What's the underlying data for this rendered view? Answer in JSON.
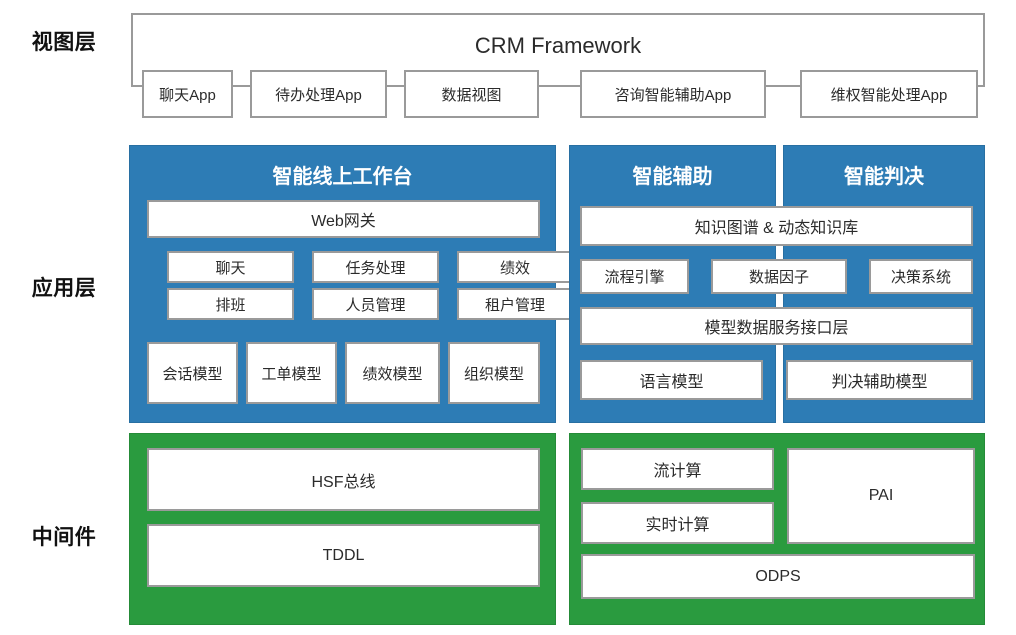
{
  "diagram": {
    "title_text": "CRM Framework",
    "colors": {
      "app_layer_blue": "#2d7cb5",
      "middleware_green": "#2a9b3f",
      "card_border": "#9a9a9a",
      "card_fill": "#ffffff",
      "text": "#2b2b2b"
    },
    "layer_labels": [
      {
        "label": "视图层"
      },
      {
        "label": "应用层"
      },
      {
        "label": "中间件"
      }
    ],
    "view_layer": {
      "framework_title": "CRM Framework",
      "apps": [
        {
          "label": "聊天App"
        },
        {
          "label": "待办处理App"
        },
        {
          "label": "数据视图"
        },
        {
          "label": "咨询智能辅助App"
        },
        {
          "label": "维权智能处理App"
        }
      ]
    },
    "app_layer": {
      "workbench": {
        "title": "智能线上工作台",
        "gateway": {
          "label": "Web网关"
        },
        "functions_row1": [
          {
            "label": "聊天"
          },
          {
            "label": "任务处理"
          },
          {
            "label": "绩效"
          }
        ],
        "functions_row2": [
          {
            "label": "排班"
          },
          {
            "label": "人员管理"
          },
          {
            "label": "租户管理"
          }
        ],
        "models": [
          {
            "label": "会话模型"
          },
          {
            "label": "工单模型"
          },
          {
            "label": "绩效模型"
          },
          {
            "label": "组织模型"
          }
        ]
      },
      "assist": {
        "title": "智能辅助"
      },
      "judgement": {
        "title": "智能判决"
      },
      "shared": {
        "knowledge": {
          "label": "知识图谱 & 动态知识库"
        },
        "engines": [
          {
            "label": "流程引擎"
          },
          {
            "label": "数据因子"
          },
          {
            "label": "决策系统"
          }
        ],
        "service_layer": {
          "label": "模型数据服务接口层"
        },
        "bottom_models": [
          {
            "label": "语言模型"
          },
          {
            "label": "判决辅助模型"
          }
        ]
      }
    },
    "middleware_layer": {
      "left": {
        "items": [
          {
            "label": "HSF总线"
          },
          {
            "label": "TDDL"
          }
        ]
      },
      "right": {
        "compute": [
          {
            "label": "流计算"
          },
          {
            "label": "实时计算"
          }
        ],
        "pai": {
          "label": "PAI"
        },
        "odps": {
          "label": "ODPS"
        }
      }
    }
  }
}
